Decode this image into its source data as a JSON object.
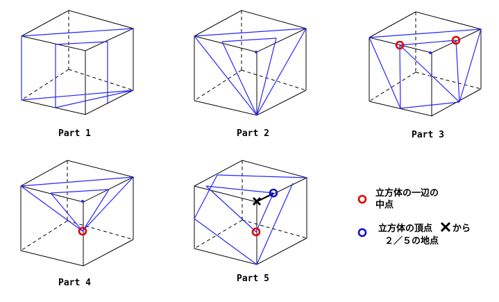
{
  "parts": [
    {
      "label": "Part 1"
    },
    {
      "label": "Part 2"
    },
    {
      "label": "Part 3"
    },
    {
      "label": "Part 4"
    },
    {
      "label": "Part 5"
    }
  ],
  "legend": {
    "red_line1": "立方体の一辺の",
    "red_line2": "中点",
    "blue_line1": "立方体の頂点",
    "blue_line1_suffix": "から",
    "blue_line2": "２／５の地点"
  },
  "colors": {
    "cut_line": "#2424ff",
    "midpoint_marker": "#e00000",
    "two_fifths_marker": "#1010d0",
    "edges": "#000000"
  }
}
